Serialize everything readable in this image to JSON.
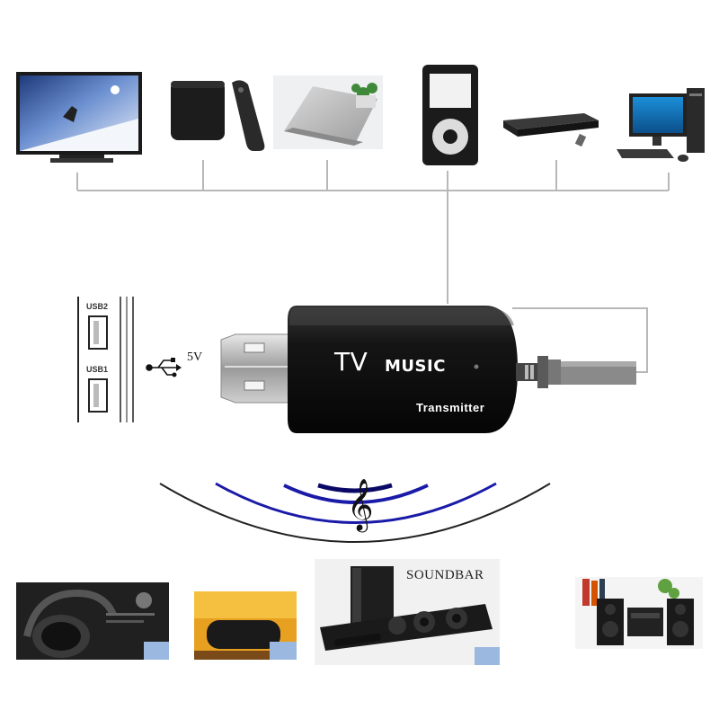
{
  "product": {
    "title_big": "TV",
    "title_small": "MUSIC",
    "subtitle": "Transmitter"
  },
  "port_panel": {
    "usb2_label": "USB2",
    "usb1_label": "USB1",
    "voltage": "5V"
  },
  "bottom_devices": {
    "soundbar_label": "SOUNDBAR"
  },
  "colors": {
    "dongle_body": "#111111",
    "wave_blue": "#1a1aa8",
    "line_gray": "#b8b8b8"
  }
}
